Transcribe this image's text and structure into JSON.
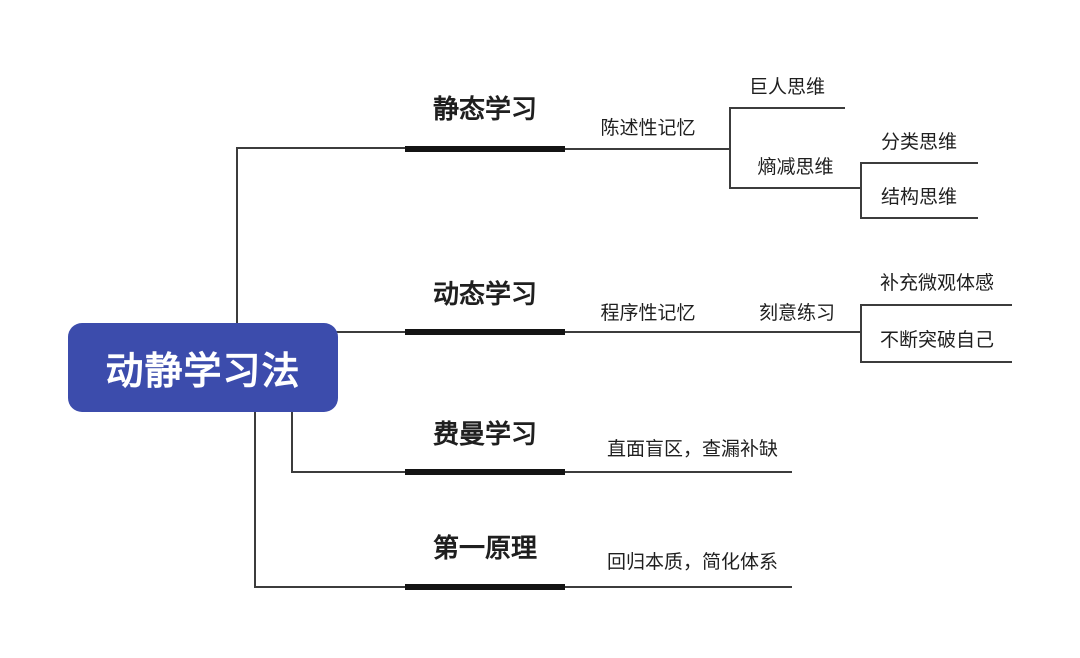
{
  "type": "mindmap",
  "colors": {
    "background": "#FFFFFF",
    "root_bg": "#3C4CAC",
    "root_text": "#FFFFFF",
    "connector_line": "#3C3C3C",
    "branch_bar": "#141414",
    "label_text": "#1F1F1F"
  },
  "root": {
    "label": "动静学习法"
  },
  "branches": [
    {
      "label": "静态学习",
      "children": [
        {
          "label": "陈述性记忆",
          "children": [
            {
              "label": "巨人思维"
            },
            {
              "label": "熵减思维",
              "children": [
                {
                  "label": "分类思维"
                },
                {
                  "label": "结构思维"
                }
              ]
            }
          ]
        }
      ]
    },
    {
      "label": "动态学习",
      "children": [
        {
          "label": "程序性记忆"
        },
        {
          "label": "刻意练习",
          "children": [
            {
              "label": "补充微观体感"
            },
            {
              "label": "不断突破自己"
            }
          ]
        }
      ]
    },
    {
      "label": "费曼学习",
      "children": [
        {
          "label": "直面盲区，查漏补缺"
        }
      ]
    },
    {
      "label": "第一原理",
      "children": [
        {
          "label": "回归本质，简化体系"
        }
      ]
    }
  ]
}
